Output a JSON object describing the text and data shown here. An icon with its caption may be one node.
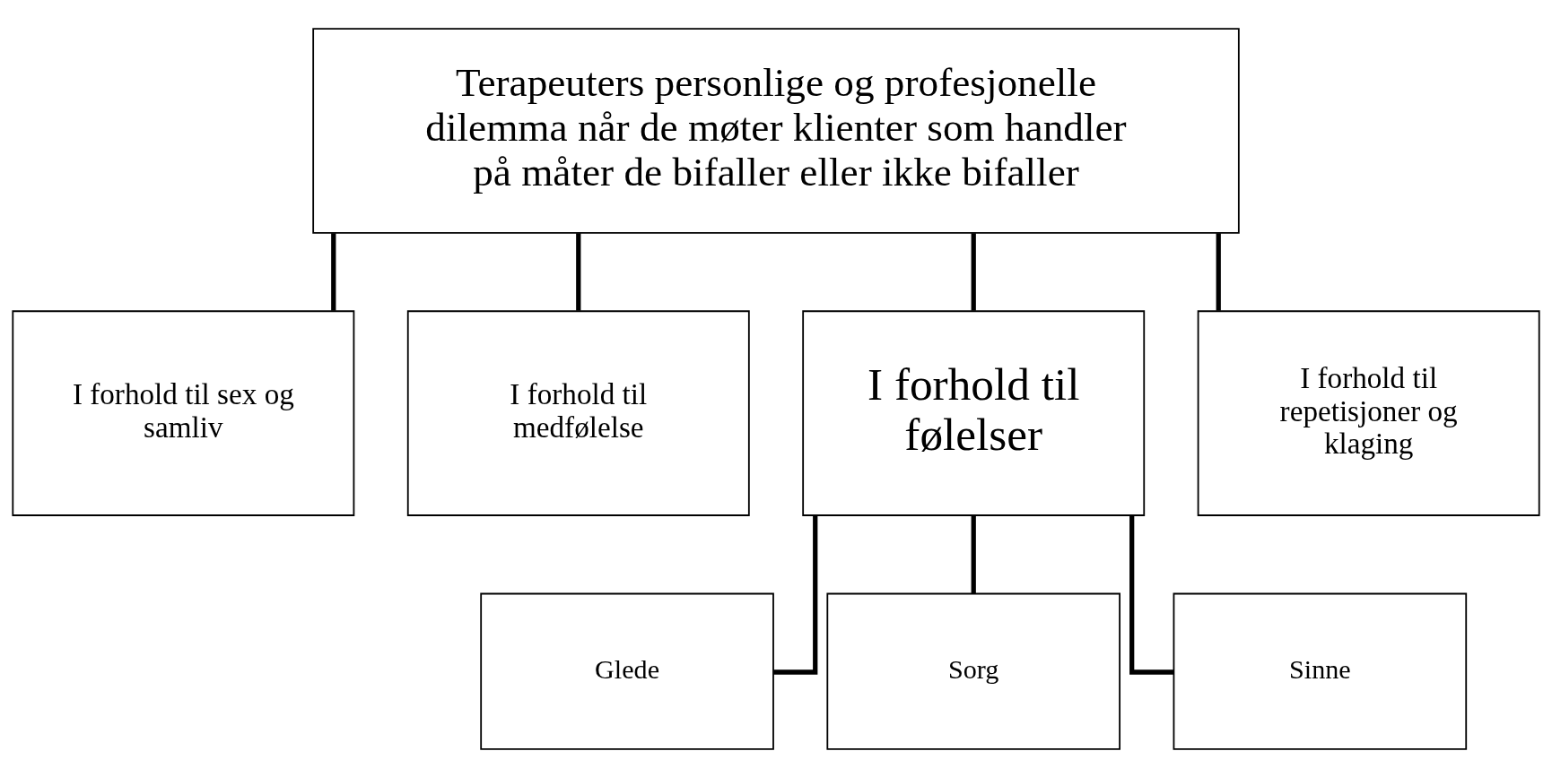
{
  "diagram": {
    "nodes": [
      {
        "text": [
          "Terapeuters personlige og profesjonelle dilemma når de møter klienter som handler på måter de bifaller eller ikke bifaller"
        ]
      },
      {
        "text": [
          "I forhold til sex og samliv"
        ]
      },
      {
        "text": [
          "I forhold til medfølelse"
        ]
      },
      {
        "text": [
          "I forhold til følelser"
        ]
      },
      {
        "text": [
          "I forhold til repetisjoner og klaging"
        ]
      },
      {
        "text": [
          "Glede"
        ]
      },
      {
        "text": [
          "Sorg"
        ]
      },
      {
        "text": [
          "Sinne"
        ]
      }
    ],
    "edges": [
      {
        "from": 0,
        "to": 1,
        "arrow": "none"
      },
      {
        "from": 0,
        "to": 2,
        "arrow": "none"
      },
      {
        "from": 0,
        "to": 3,
        "arrow": "none"
      },
      {
        "from": 0,
        "to": 4,
        "arrow": "none"
      },
      {
        "from": 3,
        "to": 5,
        "arrow": "none"
      },
      {
        "from": 3,
        "to": 6,
        "arrow": "none"
      },
      {
        "from": 3,
        "to": 7,
        "arrow": "none"
      }
    ]
  }
}
